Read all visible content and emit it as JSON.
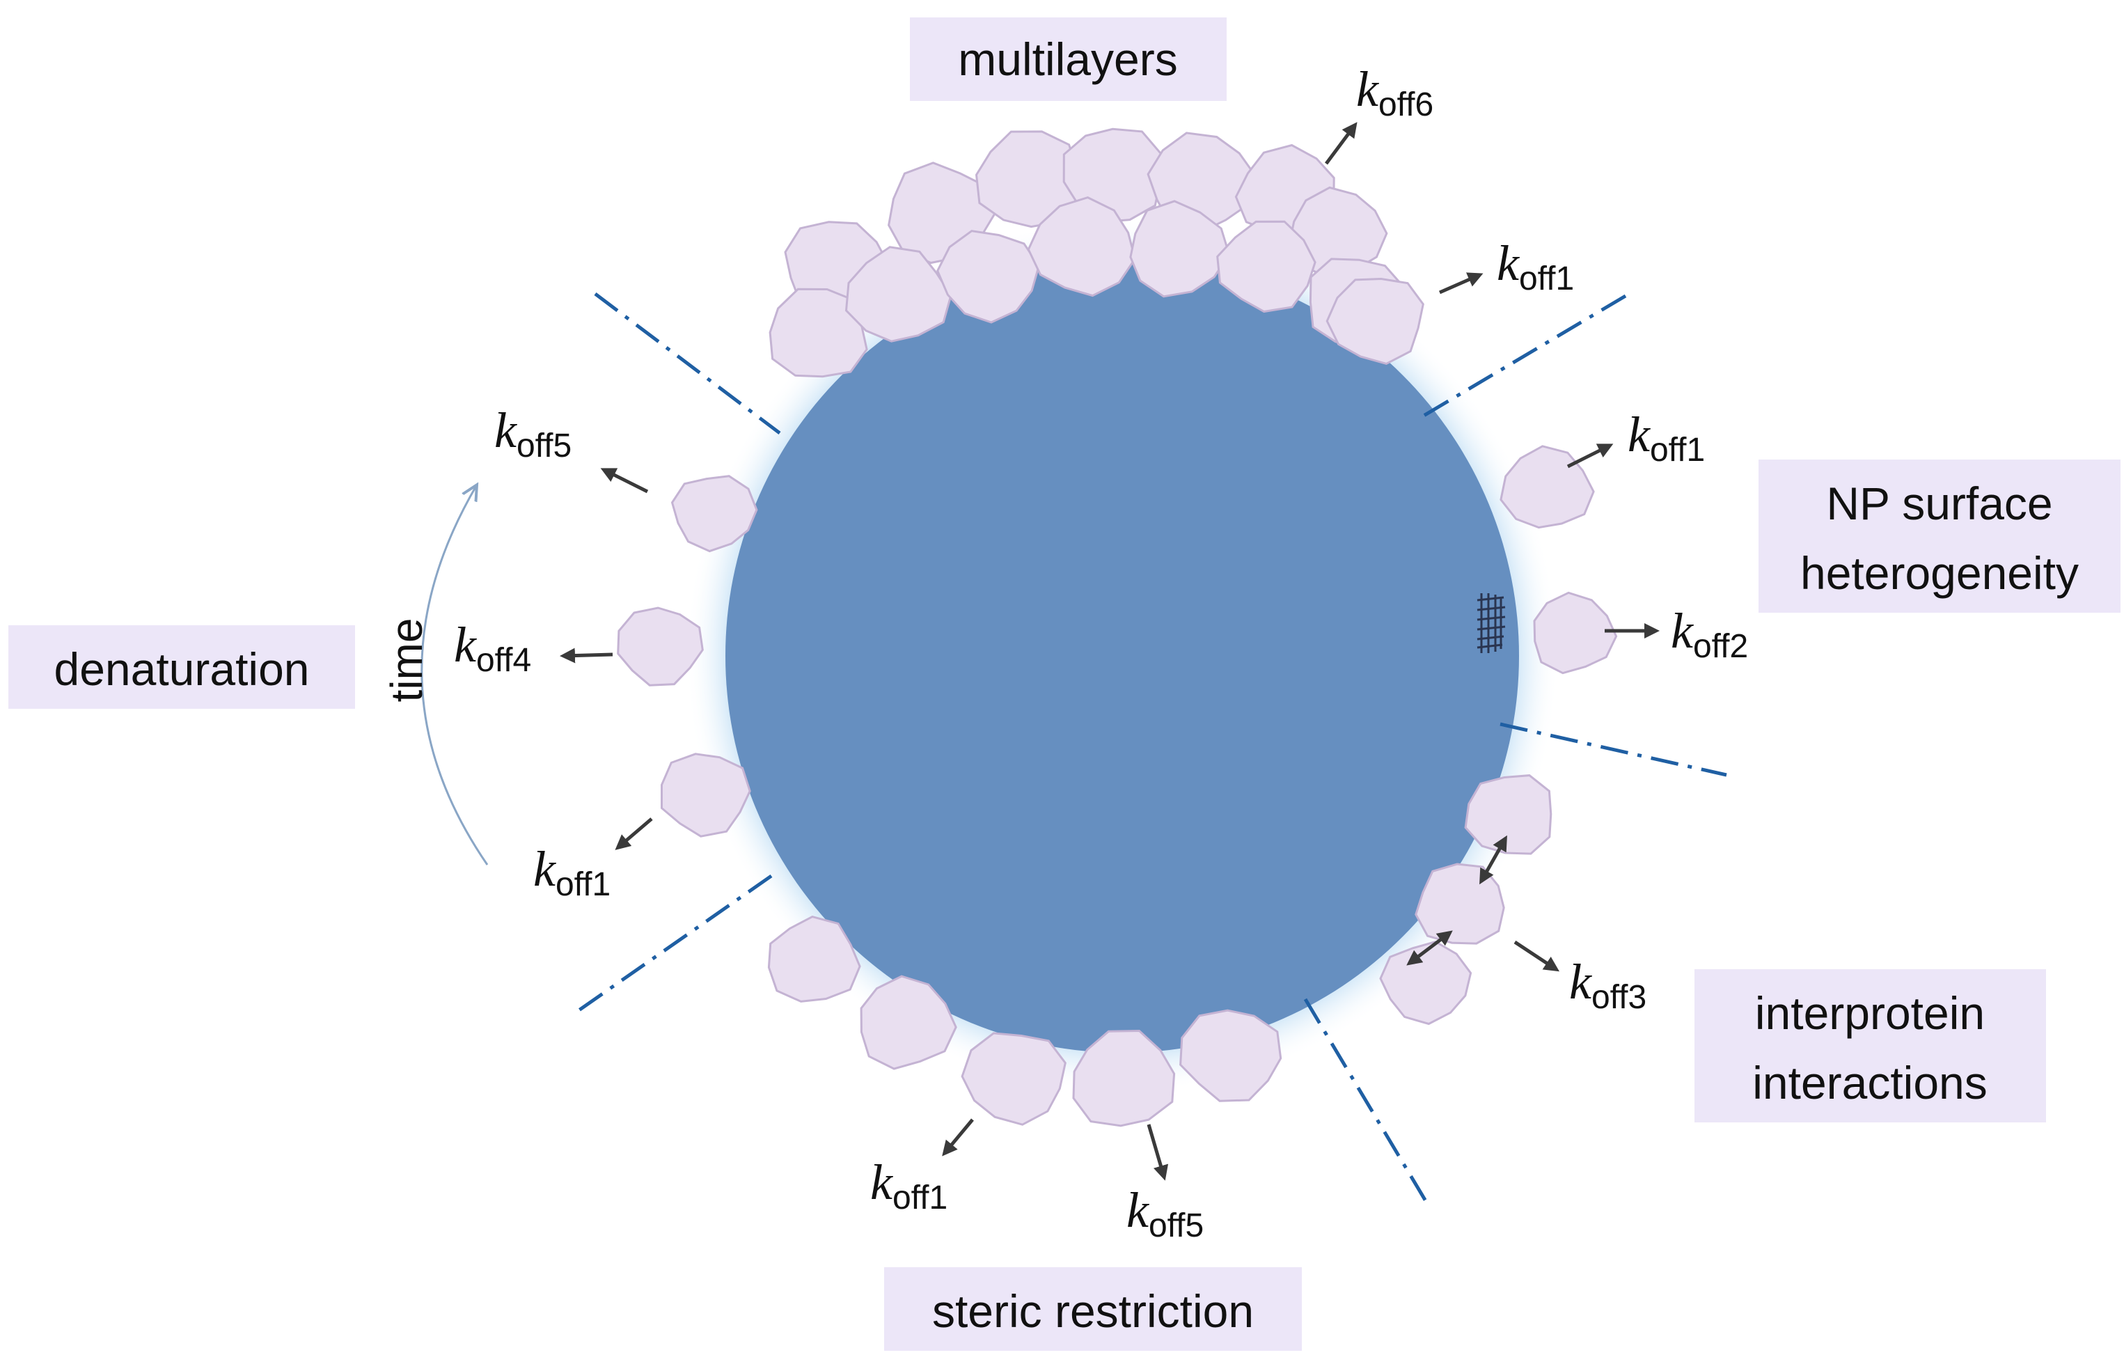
{
  "labels": {
    "multilayers": "multilayers",
    "np_surface_1": "NP surface",
    "np_surface_2": "heterogeneity",
    "denaturation": "denaturation",
    "time": "time",
    "interprotein_1": "interprotein",
    "interprotein_2": "interactions",
    "steric": "steric restriction"
  },
  "rates": {
    "k": "k",
    "off6": "off6",
    "off1": "off1",
    "off2": "off2",
    "off3": "off3",
    "off4": "off4",
    "off5": "off5"
  },
  "colors": {
    "nanoparticle": "#668fc0",
    "halo": "#cfe6f7",
    "protein_fill": "#e9dff0",
    "protein_stroke": "#c4b3d3",
    "label_box": "#ece6f8",
    "divider": "#1f5fa3",
    "arrow": "#3a3a3a",
    "time_arrow": "#8aa6c6"
  }
}
